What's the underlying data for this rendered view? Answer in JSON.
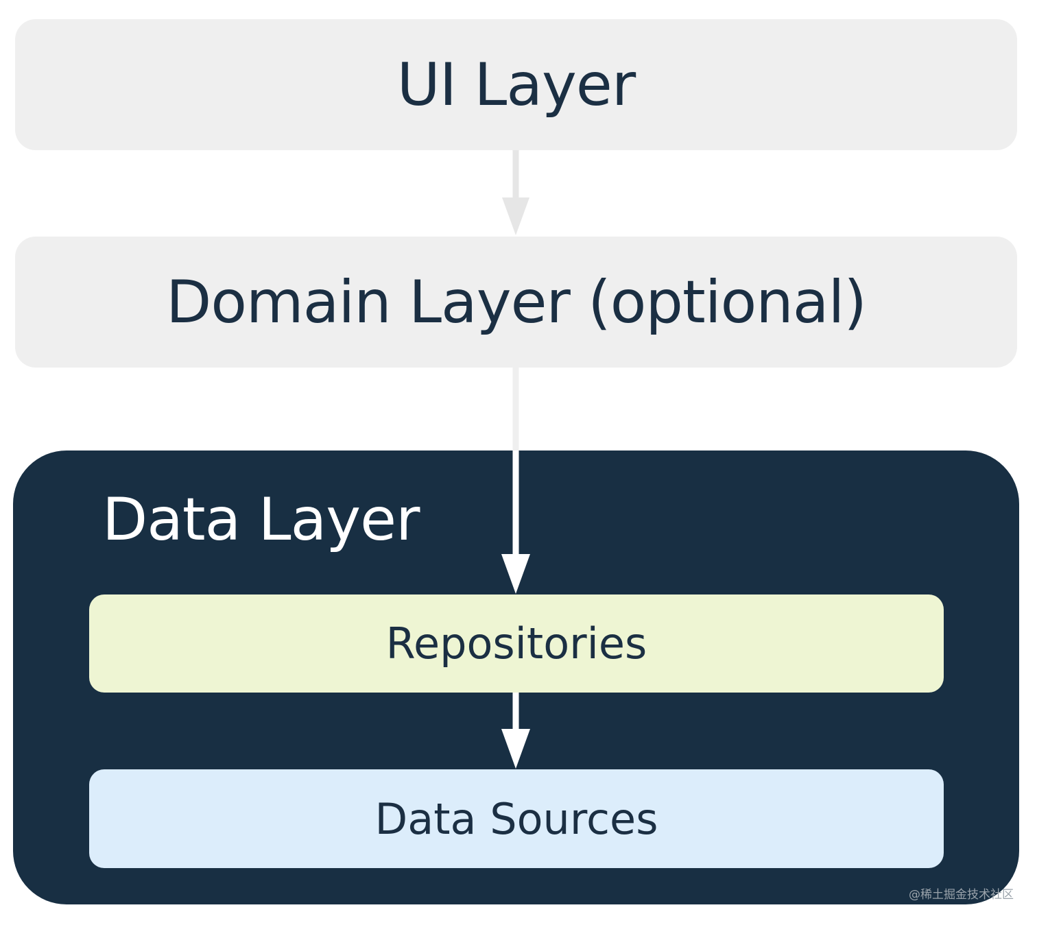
{
  "layers": {
    "ui": "UI Layer",
    "domain": "Domain Layer (optional)",
    "data": {
      "title": "Data Layer",
      "repositories": "Repositories",
      "data_sources": "Data Sources"
    }
  },
  "watermark": "@稀土掘金技术社区",
  "colors": {
    "outer_box": "#efefef",
    "data_layer_bg": "#182f43",
    "repositories_bg": "#eef5d3",
    "data_sources_bg": "#dcedfb",
    "text_dark": "#1b2f43",
    "text_light": "#ffffff",
    "arrow_light": "#e6e6e6",
    "arrow_white": "#ffffff"
  }
}
